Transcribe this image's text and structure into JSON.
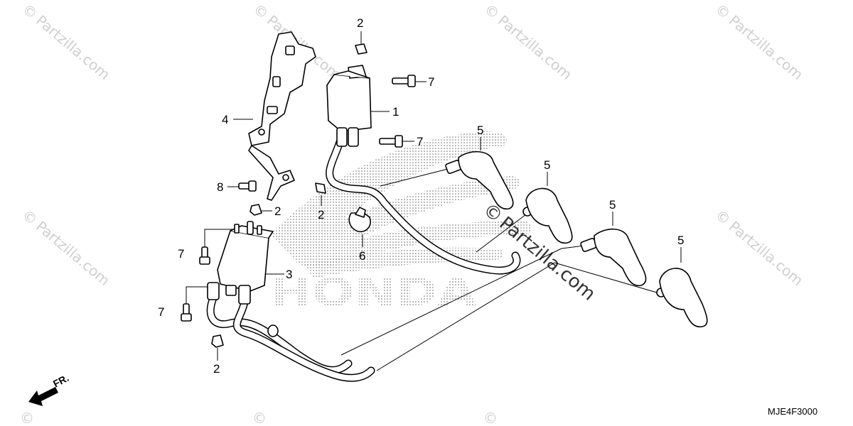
{
  "diagram": {
    "callouts": [
      "2",
      "7",
      "1",
      "7",
      "4",
      "5",
      "5",
      "8",
      "2",
      "2",
      "5",
      "6",
      "7",
      "3",
      "5",
      "7",
      "2"
    ],
    "watermark_text": "Partzilla.com",
    "watermark_symbol": "©",
    "background_brand": "HONDA",
    "diagram_code": "MJE4F3000",
    "front_label": "FR."
  }
}
